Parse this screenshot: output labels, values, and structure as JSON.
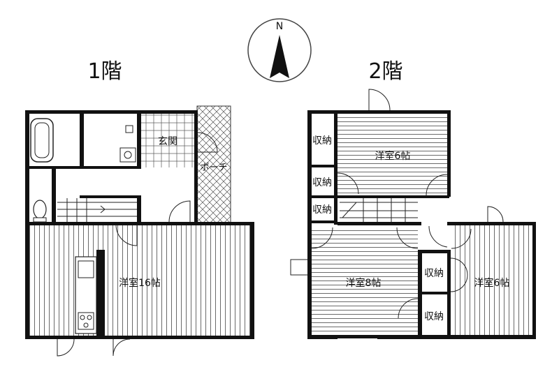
{
  "compass": {
    "north_label": "N"
  },
  "floors": [
    {
      "title": "1階",
      "rooms": {
        "entrance": "玄関",
        "porch": "ポーチ",
        "western": "洋室16帖"
      }
    },
    {
      "title": "2階",
      "rooms": {
        "western_north": "洋室6帖",
        "western_center": "洋室8帖",
        "western_east": "洋室6帖",
        "storage_1": "収納",
        "storage_2": "収納",
        "storage_3": "収納",
        "storage_4": "収納",
        "storage_5": "収納"
      }
    }
  ]
}
